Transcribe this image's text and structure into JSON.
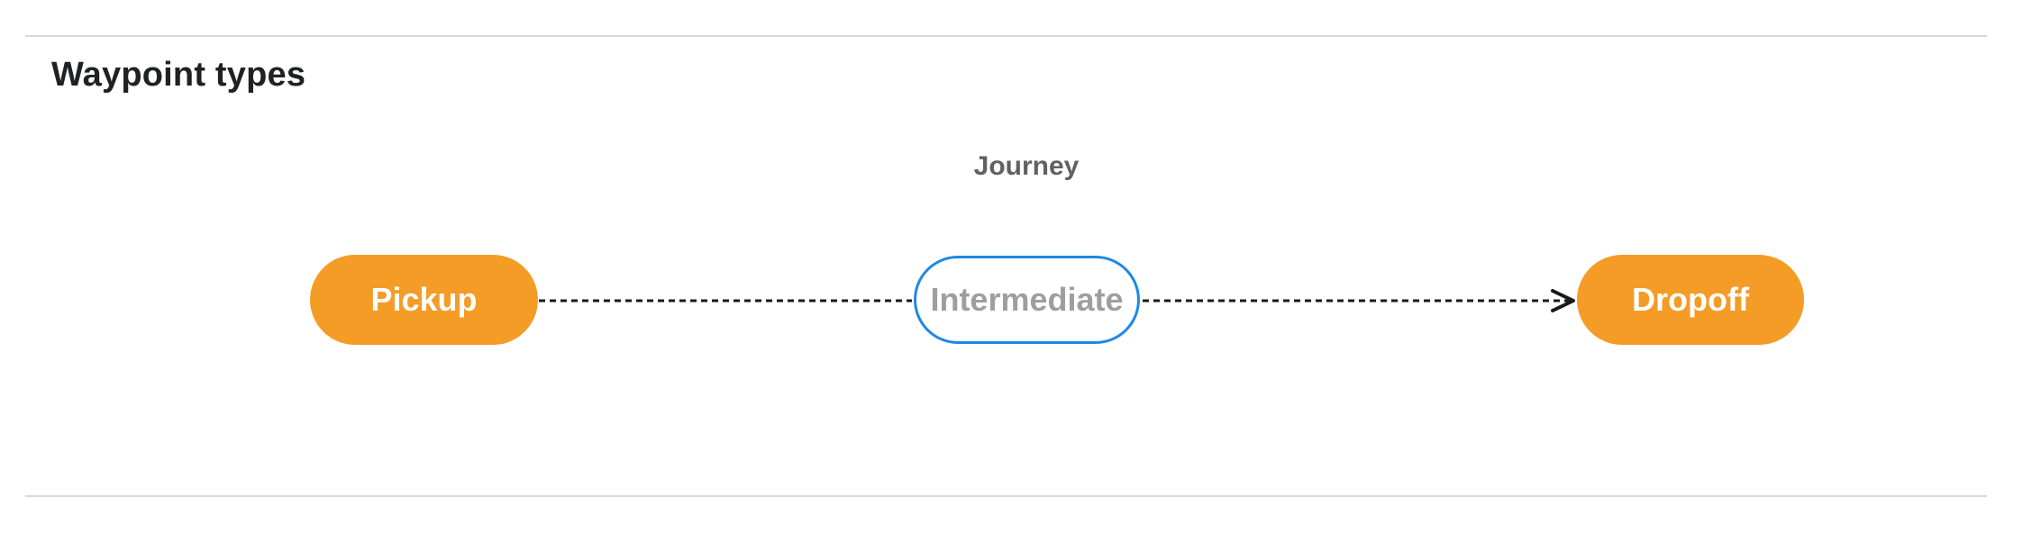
{
  "section": {
    "title": "Waypoint types"
  },
  "diagram": {
    "group_label": "Journey",
    "nodes": [
      {
        "id": "pickup",
        "label": "Pickup",
        "style": "filled"
      },
      {
        "id": "intermediate",
        "label": "Intermediate",
        "style": "outlined"
      },
      {
        "id": "dropoff",
        "label": "Dropoff",
        "style": "filled"
      }
    ],
    "connectors": [
      {
        "from": "pickup",
        "to": "intermediate",
        "line": "dashed",
        "arrow": false
      },
      {
        "from": "intermediate",
        "to": "dropoff",
        "line": "dashed",
        "arrow": true
      }
    ],
    "colors": {
      "node_fill": "#F49C26",
      "node_fill_text": "#FFFFFF",
      "node_outline": "#1E88E5",
      "node_outline_text": "#9E9E9E",
      "connector": "#1A1A1A",
      "group_label_text": "#616161",
      "title_text": "#202124",
      "divider": "#D9D9D9"
    }
  }
}
